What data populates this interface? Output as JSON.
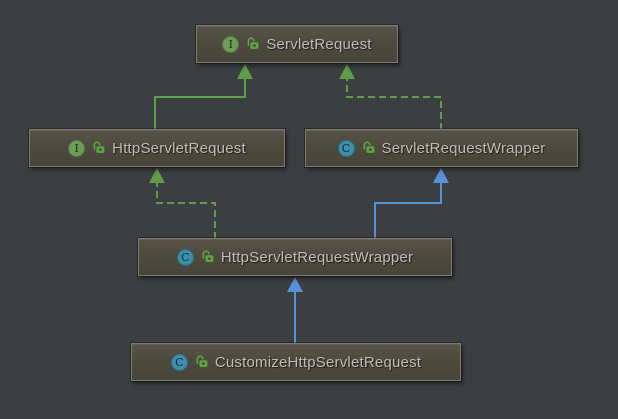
{
  "diagram": {
    "type": "uml-class-diagram",
    "colors": {
      "background": "#3c3f41",
      "node_fill": "#4d4a3e",
      "node_border": "#7d7d76",
      "label_text": "#bdbdbd",
      "interface_icon_green": "#6f9d58",
      "class_icon_teal": "#3e8fac",
      "lock_icon_green": "#61a144",
      "interface_edge_green": "#5f9d49",
      "extends_edge_blue": "#5692da"
    },
    "nodes": [
      {
        "id": "servlet-request",
        "label": "ServletRequest",
        "kind": "interface",
        "kind_letter": "I",
        "visibility": "public",
        "icons": [
          "interface-icon",
          "unlocked-padlock-icon"
        ]
      },
      {
        "id": "http-servlet-request",
        "label": "HttpServletRequest",
        "kind": "interface",
        "kind_letter": "I",
        "visibility": "public",
        "icons": [
          "interface-icon",
          "unlocked-padlock-icon"
        ]
      },
      {
        "id": "servlet-request-wrapper",
        "label": "ServletRequestWrapper",
        "kind": "class",
        "kind_letter": "C",
        "visibility": "public",
        "icons": [
          "class-icon",
          "unlocked-padlock-icon"
        ]
      },
      {
        "id": "http-servlet-request-wrapper",
        "label": "HttpServletRequestWrapper",
        "kind": "class",
        "kind_letter": "C",
        "visibility": "public",
        "icons": [
          "class-icon",
          "unlocked-padlock-icon"
        ]
      },
      {
        "id": "customize-http-servlet-request",
        "label": "CustomizeHttpServletRequest",
        "kind": "class",
        "kind_letter": "C",
        "visibility": "public",
        "icons": [
          "class-icon",
          "unlocked-padlock-icon"
        ]
      }
    ],
    "edges": [
      {
        "from": "HttpServletRequest",
        "to": "ServletRequest",
        "relation": "extends",
        "line": "solid",
        "color": "green"
      },
      {
        "from": "ServletRequestWrapper",
        "to": "ServletRequest",
        "relation": "implements",
        "line": "dashed",
        "color": "green"
      },
      {
        "from": "HttpServletRequestWrapper",
        "to": "HttpServletRequest",
        "relation": "implements",
        "line": "dashed",
        "color": "green"
      },
      {
        "from": "HttpServletRequestWrapper",
        "to": "ServletRequestWrapper",
        "relation": "extends",
        "line": "solid",
        "color": "blue"
      },
      {
        "from": "CustomizeHttpServletRequest",
        "to": "HttpServletRequestWrapper",
        "relation": "extends",
        "line": "solid",
        "color": "blue"
      }
    ]
  }
}
